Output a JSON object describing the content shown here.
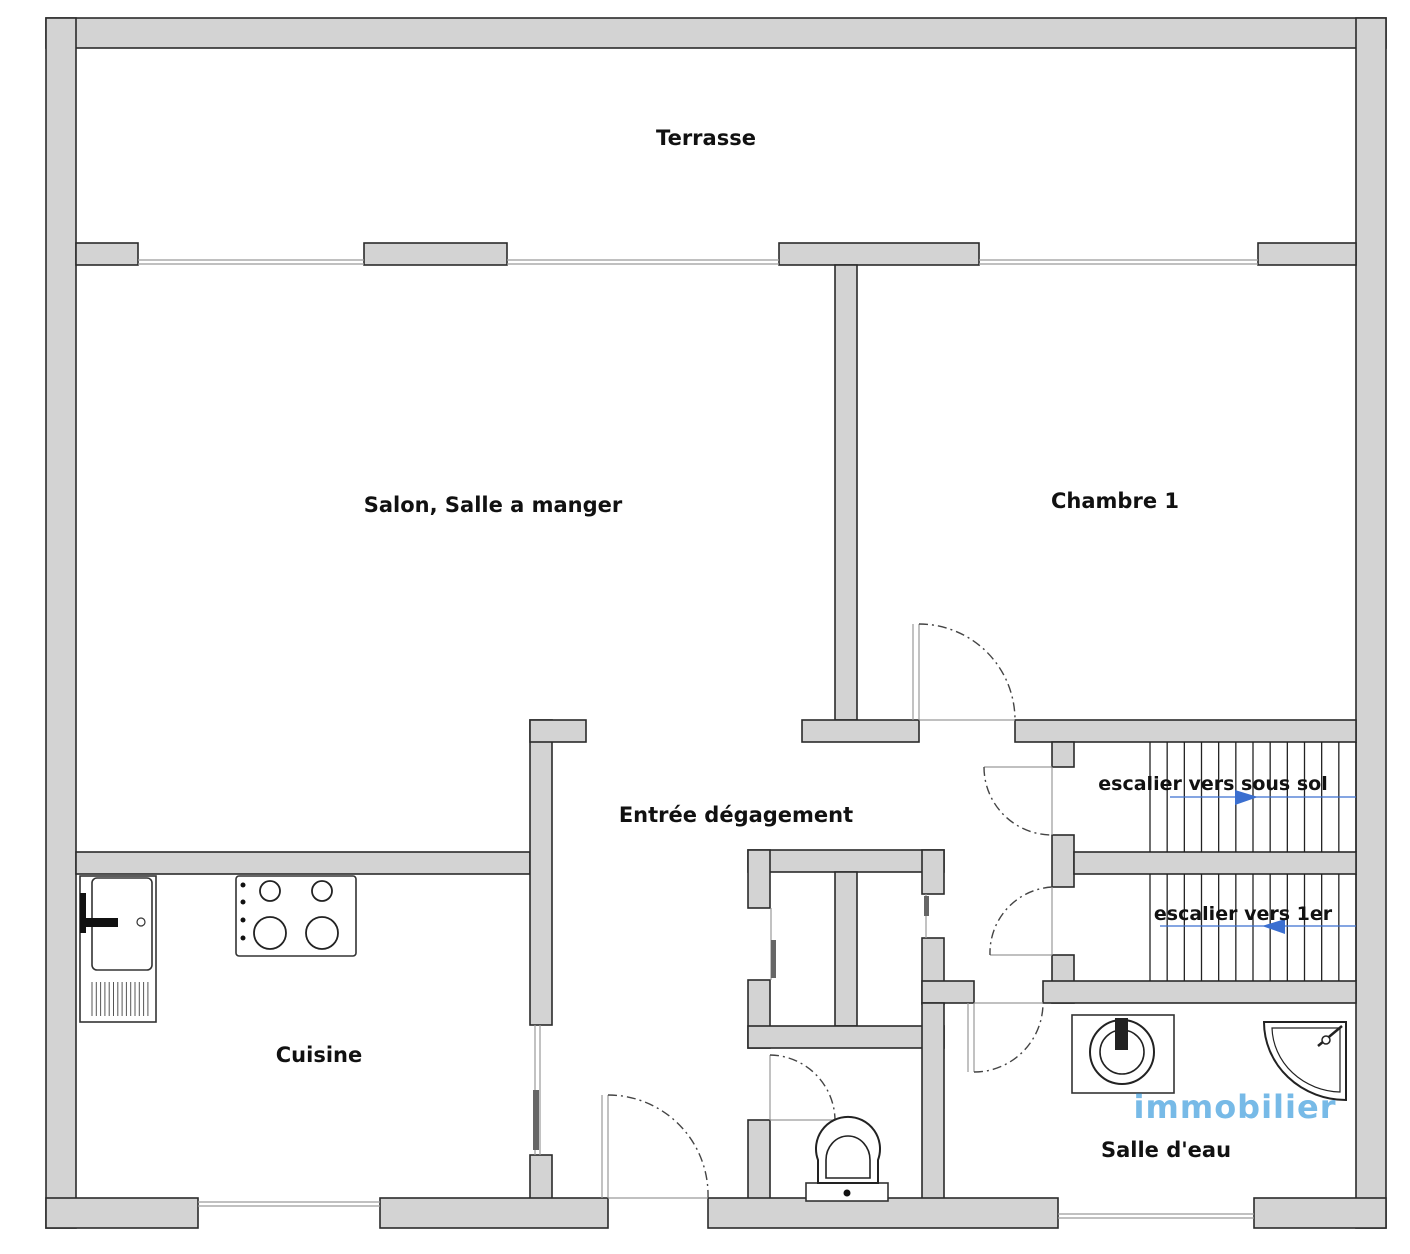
{
  "rooms": {
    "terrasse": "Terrasse",
    "salon": "Salon, Salle a manger",
    "chambre": "Chambre 1",
    "entree": "Entrée dégagement",
    "cuisine": "Cuisine",
    "salle_eau": "Salle d'eau"
  },
  "stairs": {
    "down": "escalier vers sous sol",
    "up": "escalier vers 1er"
  },
  "watermark": {
    "text": "immobilier",
    "color": "#4aa3df"
  },
  "colors": {
    "wall_fill": "#d3d3d3",
    "wall_stroke": "#2b2b2b",
    "arrow": "#3b6fd0"
  }
}
